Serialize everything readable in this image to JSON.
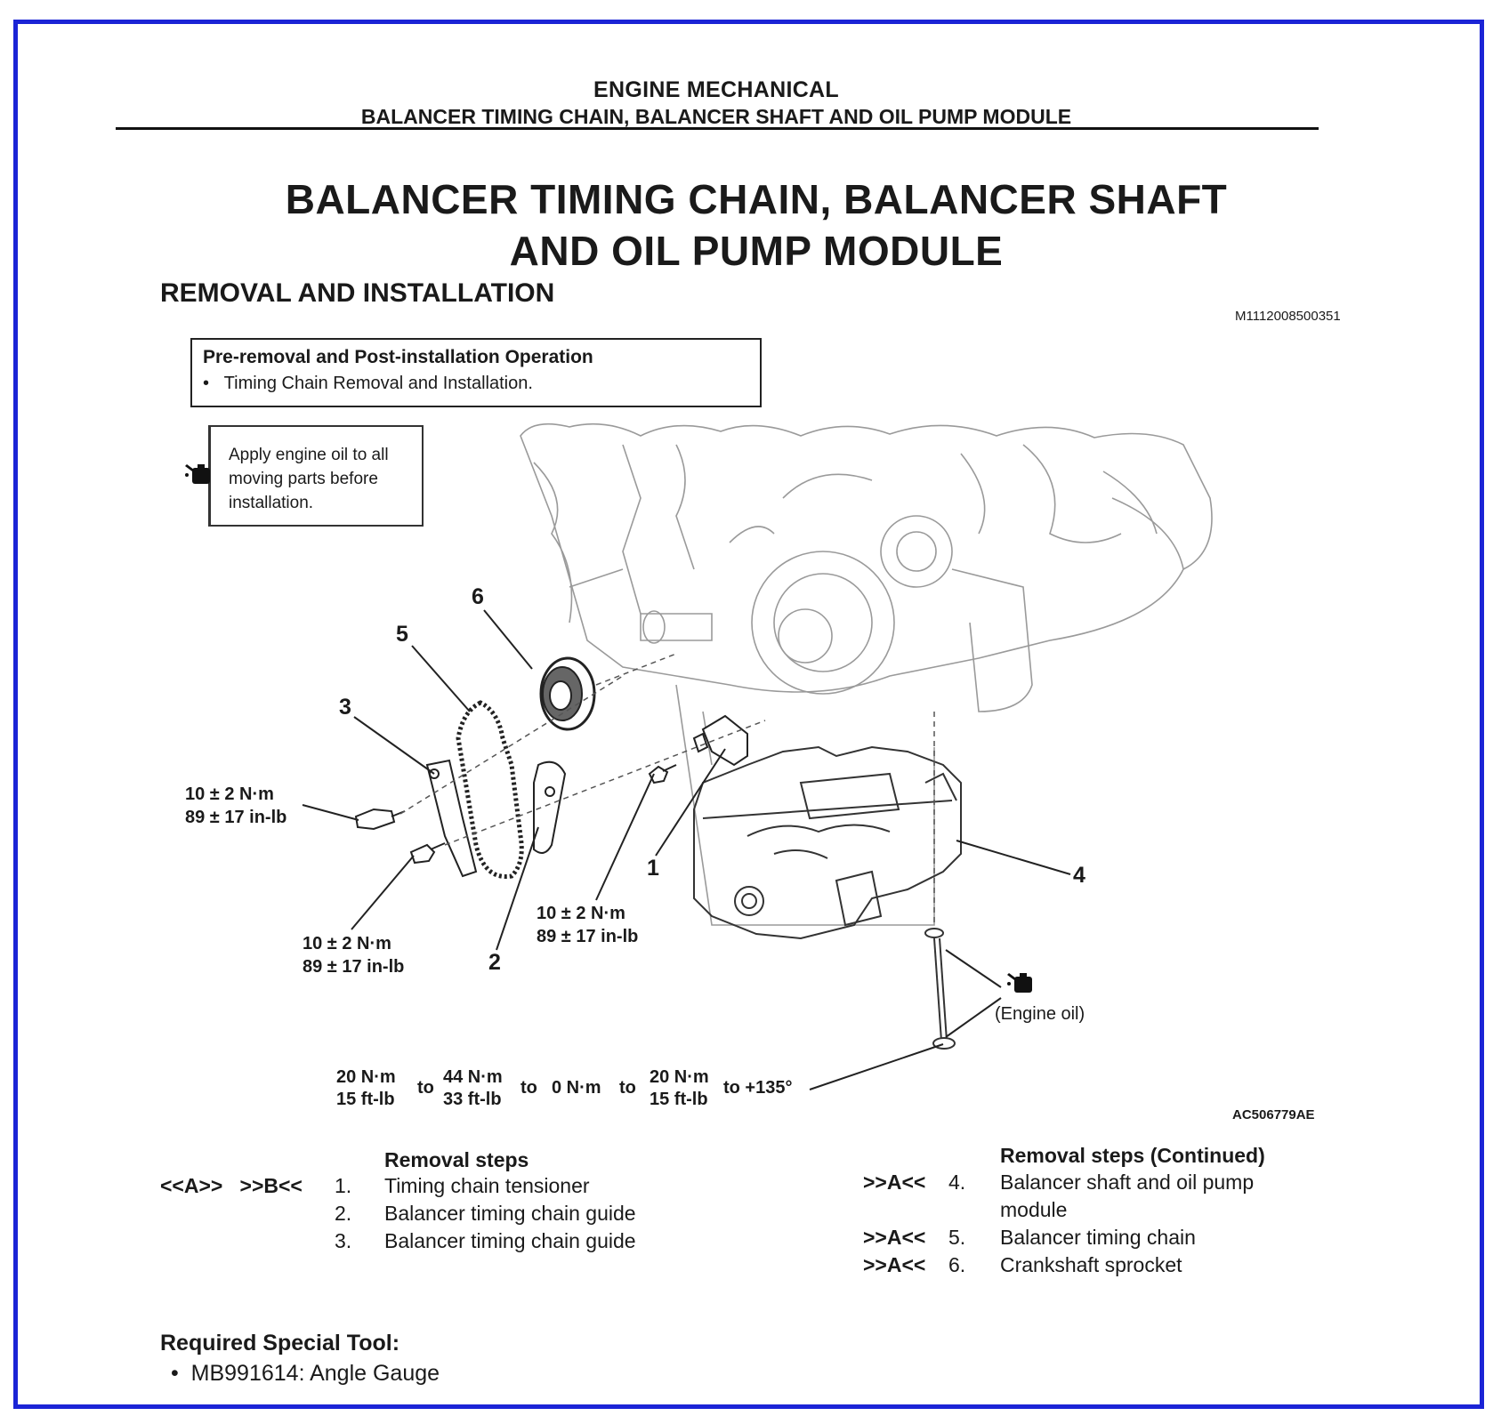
{
  "header": {
    "section": "ENGINE MECHANICAL",
    "subsection": "BALANCER TIMING CHAIN, BALANCER SHAFT AND OIL PUMP MODULE"
  },
  "title": {
    "line1": "BALANCER TIMING CHAIN, BALANCER SHAFT",
    "line2": "AND OIL PUMP MODULE"
  },
  "subtitle": "REMOVAL AND INSTALLATION",
  "doc_id": "M1112008500351",
  "pre_box": {
    "title": "Pre-removal and Post-installation Operation",
    "item": "Timing Chain Removal and Installation."
  },
  "note_box": {
    "lines": [
      "Apply engine oil to all",
      "moving parts before",
      "installation."
    ],
    "icon": "oil-can-icon"
  },
  "callouts": [
    "1",
    "2",
    "3",
    "4",
    "5",
    "6"
  ],
  "torques": {
    "t_upper_left": [
      "10 ± 2 N·m",
      "89 ± 17 in-lb"
    ],
    "t_lower_left": [
      "10 ± 2 N·m",
      "89 ± 17 in-lb"
    ],
    "t_center": [
      "10 ± 2 N·m",
      "89 ± 17 in-lb"
    ]
  },
  "tighten_sequence": {
    "s1": [
      "20 N·m",
      "15 ft-lb"
    ],
    "to1": "to",
    "s2": [
      "44 N·m",
      "33 ft-lb"
    ],
    "to2": "to",
    "s3": "0 N·m",
    "to3": "to",
    "s4": [
      "20 N·m",
      "15 ft-lb"
    ],
    "s5": "to +135°"
  },
  "engine_oil_label": "(Engine oil)",
  "figure_id": "AC506779AE",
  "removal_steps": {
    "heading": "Removal steps",
    "items": [
      {
        "notes": "<<A>>   >>B<<",
        "num": "1.",
        "label": "Timing chain tensioner"
      },
      {
        "notes": "",
        "num": "2.",
        "label": "Balancer timing chain guide"
      },
      {
        "notes": "",
        "num": "3.",
        "label": "Balancer timing chain guide"
      }
    ]
  },
  "removal_steps_cont": {
    "heading": "Removal steps (Continued)",
    "items": [
      {
        "notes": ">>A<<",
        "num": "4.",
        "label": "Balancer shaft and oil pump",
        "label2": "module"
      },
      {
        "notes": ">>A<<",
        "num": "5.",
        "label": "Balancer timing chain"
      },
      {
        "notes": ">>A<<",
        "num": "6.",
        "label": "Crankshaft sprocket"
      }
    ]
  },
  "special_tool": {
    "heading": "Required Special Tool:",
    "item": "MB991614: Angle Gauge"
  }
}
